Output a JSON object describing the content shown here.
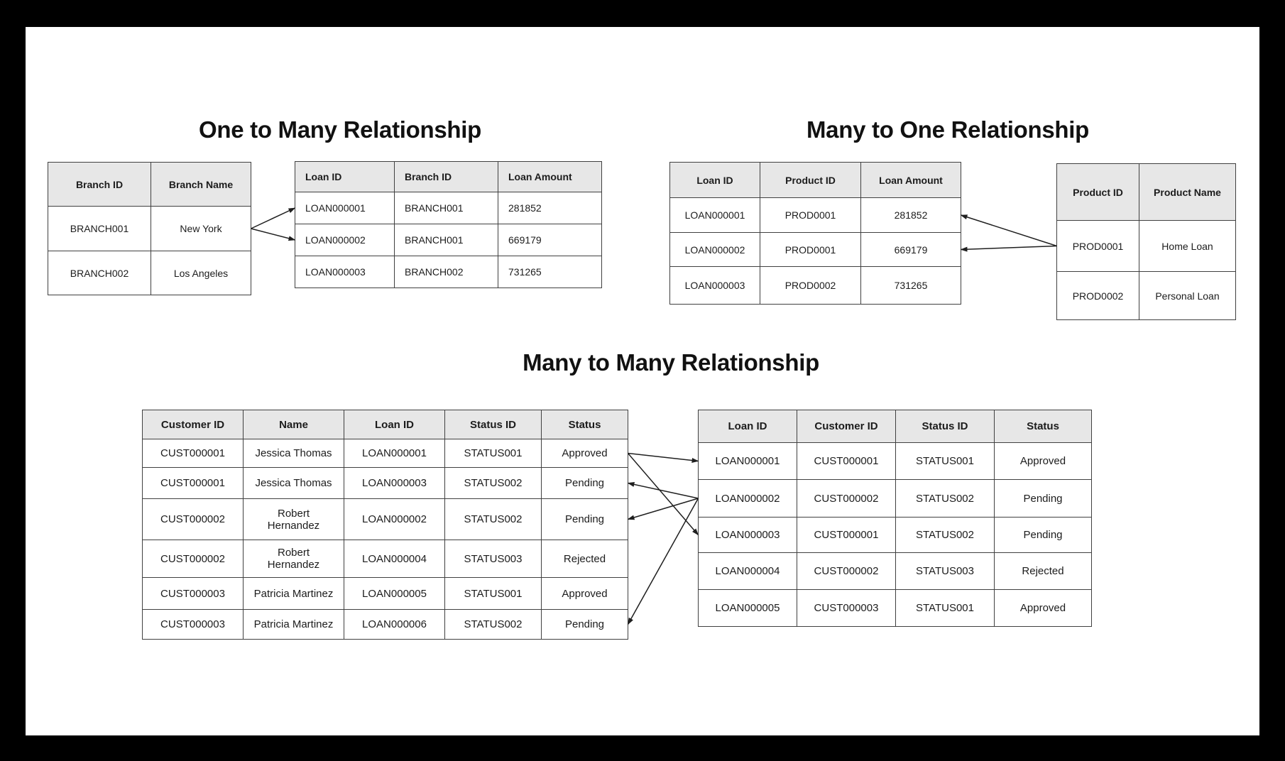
{
  "sections": {
    "one_to_many": {
      "title": "One to Many Relationship",
      "branch_table": {
        "headers": [
          "Branch ID",
          "Branch Name"
        ],
        "rows": [
          [
            "BRANCH001",
            "New York"
          ],
          [
            "BRANCH002",
            "Los Angeles"
          ]
        ]
      },
      "loan_table": {
        "headers": [
          "Loan ID",
          "Branch ID",
          "Loan Amount"
        ],
        "rows": [
          [
            "LOAN000001",
            "BRANCH001",
            "281852"
          ],
          [
            "LOAN000002",
            "BRANCH001",
            "669179"
          ],
          [
            "LOAN000003",
            "BRANCH002",
            "731265"
          ]
        ]
      }
    },
    "many_to_one": {
      "title": "Many to One Relationship",
      "loan_table": {
        "headers": [
          "Loan ID",
          "Product ID",
          "Loan Amount"
        ],
        "rows": [
          [
            "LOAN000001",
            "PROD0001",
            "281852"
          ],
          [
            "LOAN000002",
            "PROD0001",
            "669179"
          ],
          [
            "LOAN000003",
            "PROD0002",
            "731265"
          ]
        ]
      },
      "product_table": {
        "headers": [
          "Product ID",
          "Product Name"
        ],
        "rows": [
          [
            "PROD0001",
            "Home Loan"
          ],
          [
            "PROD0002",
            "Personal Loan"
          ]
        ]
      }
    },
    "many_to_many": {
      "title": "Many to Many Relationship",
      "customer_loan_table": {
        "headers": [
          "Customer ID",
          "Name",
          "Loan ID",
          "Status ID",
          "Status"
        ],
        "rows": [
          [
            "CUST000001",
            "Jessica Thomas",
            "LOAN000001",
            "STATUS001",
            "Approved"
          ],
          [
            "CUST000001",
            "Jessica Thomas",
            "LOAN000003",
            "STATUS002",
            "Pending"
          ],
          [
            "CUST000002",
            "Robert\nHernandez",
            "LOAN000002",
            "STATUS002",
            "Pending"
          ],
          [
            "CUST000002",
            "Robert\nHernandez",
            "LOAN000004",
            "STATUS003",
            "Rejected"
          ],
          [
            "CUST000003",
            "Patricia Martinez",
            "LOAN000005",
            "STATUS001",
            "Approved"
          ],
          [
            "CUST000003",
            "Patricia Martinez",
            "LOAN000006",
            "STATUS002",
            "Pending"
          ]
        ]
      },
      "loan_customer_table": {
        "headers": [
          "Loan ID",
          "Customer ID",
          "Status ID",
          "Status"
        ],
        "rows": [
          [
            "LOAN000001",
            "CUST000001",
            "STATUS001",
            "Approved"
          ],
          [
            "LOAN000002",
            "CUST000002",
            "STATUS002",
            "Pending"
          ],
          [
            "LOAN000003",
            "CUST000001",
            "STATUS002",
            "Pending"
          ],
          [
            "LOAN000004",
            "CUST000002",
            "STATUS003",
            "Rejected"
          ],
          [
            "LOAN000005",
            "CUST000003",
            "STATUS001",
            "Approved"
          ]
        ]
      }
    }
  },
  "arrows": [
    {
      "from": {
        "table": "otm-branch",
        "row": 1,
        "side": "right"
      },
      "to": {
        "table": "otm-loan",
        "row": 1,
        "side": "left"
      }
    },
    {
      "from": {
        "table": "otm-branch",
        "row": 1,
        "side": "right"
      },
      "to": {
        "table": "otm-loan",
        "row": 2,
        "side": "left"
      }
    },
    {
      "from": {
        "table": "mto-product",
        "row": 1,
        "side": "left"
      },
      "to": {
        "table": "mto-loan",
        "row": 1,
        "side": "right"
      }
    },
    {
      "from": {
        "table": "mto-product",
        "row": 1,
        "side": "left"
      },
      "to": {
        "table": "mto-loan",
        "row": 2,
        "side": "right"
      }
    },
    {
      "from": {
        "table": "mtm-left",
        "row": 1,
        "side": "right"
      },
      "to": {
        "table": "mtm-right",
        "row": 1,
        "side": "left"
      }
    },
    {
      "from": {
        "table": "mtm-left",
        "row": 1,
        "side": "right"
      },
      "to": {
        "table": "mtm-right",
        "row": 3,
        "side": "left"
      }
    },
    {
      "from": {
        "table": "mtm-right",
        "row": 2,
        "side": "left"
      },
      "to": {
        "table": "mtm-left",
        "row": 2,
        "side": "right"
      }
    },
    {
      "from": {
        "table": "mtm-right",
        "row": 2,
        "side": "left"
      },
      "to": {
        "table": "mtm-left",
        "row": 3,
        "side": "right"
      }
    },
    {
      "from": {
        "table": "mtm-right",
        "row": 2,
        "side": "left"
      },
      "to": {
        "table": "mtm-left",
        "row": 6,
        "side": "right"
      }
    }
  ],
  "colors": {
    "frame_bg": "#000000",
    "canvas_bg": "#ffffff",
    "header_bg": "#e7e7e7",
    "border": "#404040",
    "text": "#1c1c1c",
    "arrow": "#1f1f1f"
  }
}
